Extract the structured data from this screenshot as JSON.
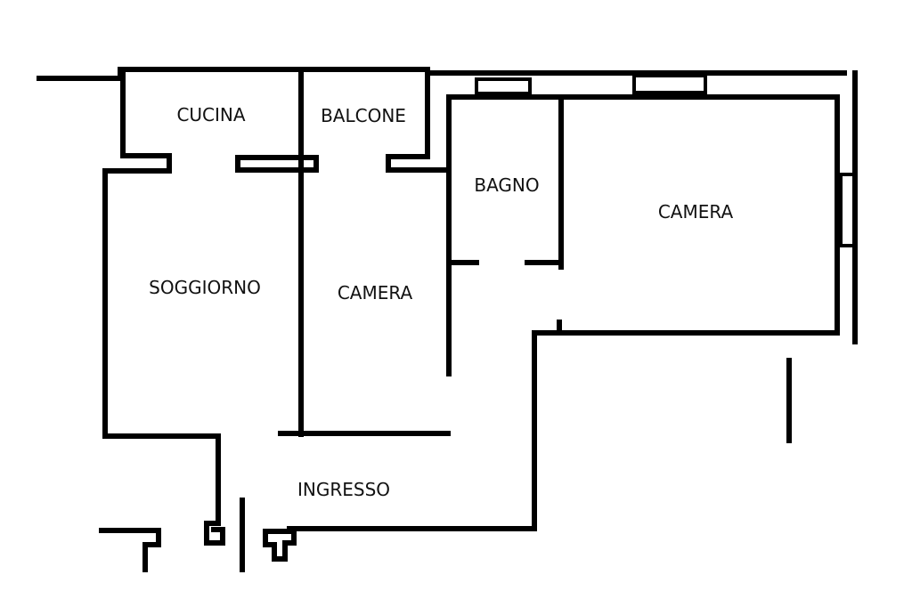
{
  "plan": {
    "rooms": [
      {
        "id": "cucina",
        "label": "CUCINA"
      },
      {
        "id": "balcone",
        "label": "BALCONE"
      },
      {
        "id": "bagno",
        "label": "BAGNO"
      },
      {
        "id": "camera-large",
        "label": "CAMERA"
      },
      {
        "id": "soggiorno",
        "label": "SOGGIORNO"
      },
      {
        "id": "camera-middle",
        "label": "CAMERA"
      },
      {
        "id": "ingresso",
        "label": "INGRESSO"
      }
    ],
    "colors": {
      "wall": "#000000",
      "background": "#ffffff"
    }
  }
}
